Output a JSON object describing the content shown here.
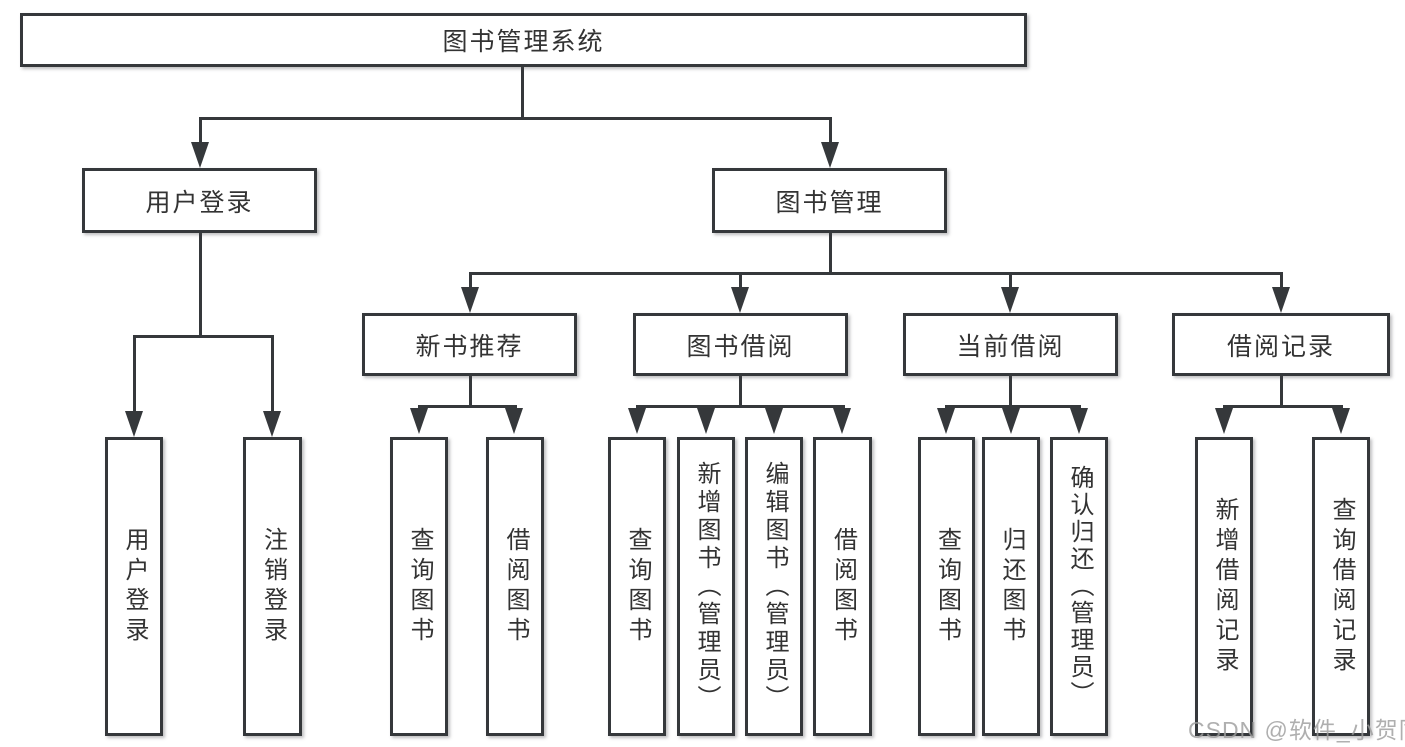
{
  "diagram": {
    "type": "tree",
    "title": "图书管理系统",
    "root": {
      "id": "library-management-system",
      "label": "图书管理系统"
    },
    "level2": [
      {
        "id": "user-login",
        "label": "用户登录",
        "parent": "library-management-system"
      },
      {
        "id": "book-management",
        "label": "图书管理",
        "parent": "library-management-system"
      }
    ],
    "level3": [
      {
        "id": "new-book-recommendation",
        "label": "新书推荐",
        "parent": "book-management"
      },
      {
        "id": "book-borrowing",
        "label": "图书借阅",
        "parent": "book-management"
      },
      {
        "id": "current-borrowing",
        "label": "当前借阅",
        "parent": "book-management"
      },
      {
        "id": "borrowing-records",
        "label": "借阅记录",
        "parent": "book-management"
      }
    ],
    "leaves": [
      {
        "id": "user-login-leaf",
        "label": "用户登录",
        "parent": "user-login"
      },
      {
        "id": "logout",
        "label": "注销登录",
        "parent": "user-login"
      },
      {
        "id": "search-books-1",
        "label": "查询图书",
        "parent": "new-book-recommendation"
      },
      {
        "id": "borrow-books-1",
        "label": "借阅图书",
        "parent": "new-book-recommendation"
      },
      {
        "id": "search-books-2",
        "label": "查询图书",
        "parent": "book-borrowing"
      },
      {
        "id": "add-books-admin",
        "label": "新增图书（管理员）",
        "parent": "book-borrowing"
      },
      {
        "id": "edit-books-admin",
        "label": "编辑图书（管理员）",
        "parent": "book-borrowing"
      },
      {
        "id": "borrow-books-2",
        "label": "借阅图书",
        "parent": "book-borrowing"
      },
      {
        "id": "search-books-3",
        "label": "查询图书",
        "parent": "current-borrowing"
      },
      {
        "id": "return-books",
        "label": "归还图书",
        "parent": "current-borrowing"
      },
      {
        "id": "confirm-return-admin",
        "label": "确认归还（管理员）",
        "parent": "current-borrowing"
      },
      {
        "id": "add-borrow-record",
        "label": "新增借阅记录",
        "parent": "borrowing-records"
      },
      {
        "id": "search-borrow-record",
        "label": "查询借阅记录",
        "parent": "borrowing-records"
      }
    ]
  },
  "watermark": {
    "text": "CSDN @软件_小贺同学"
  },
  "colors": {
    "line": "#35383b",
    "box_border": "#35383b",
    "text": "#333333",
    "background": "#ffffff",
    "watermark": "#9e9e9e"
  }
}
